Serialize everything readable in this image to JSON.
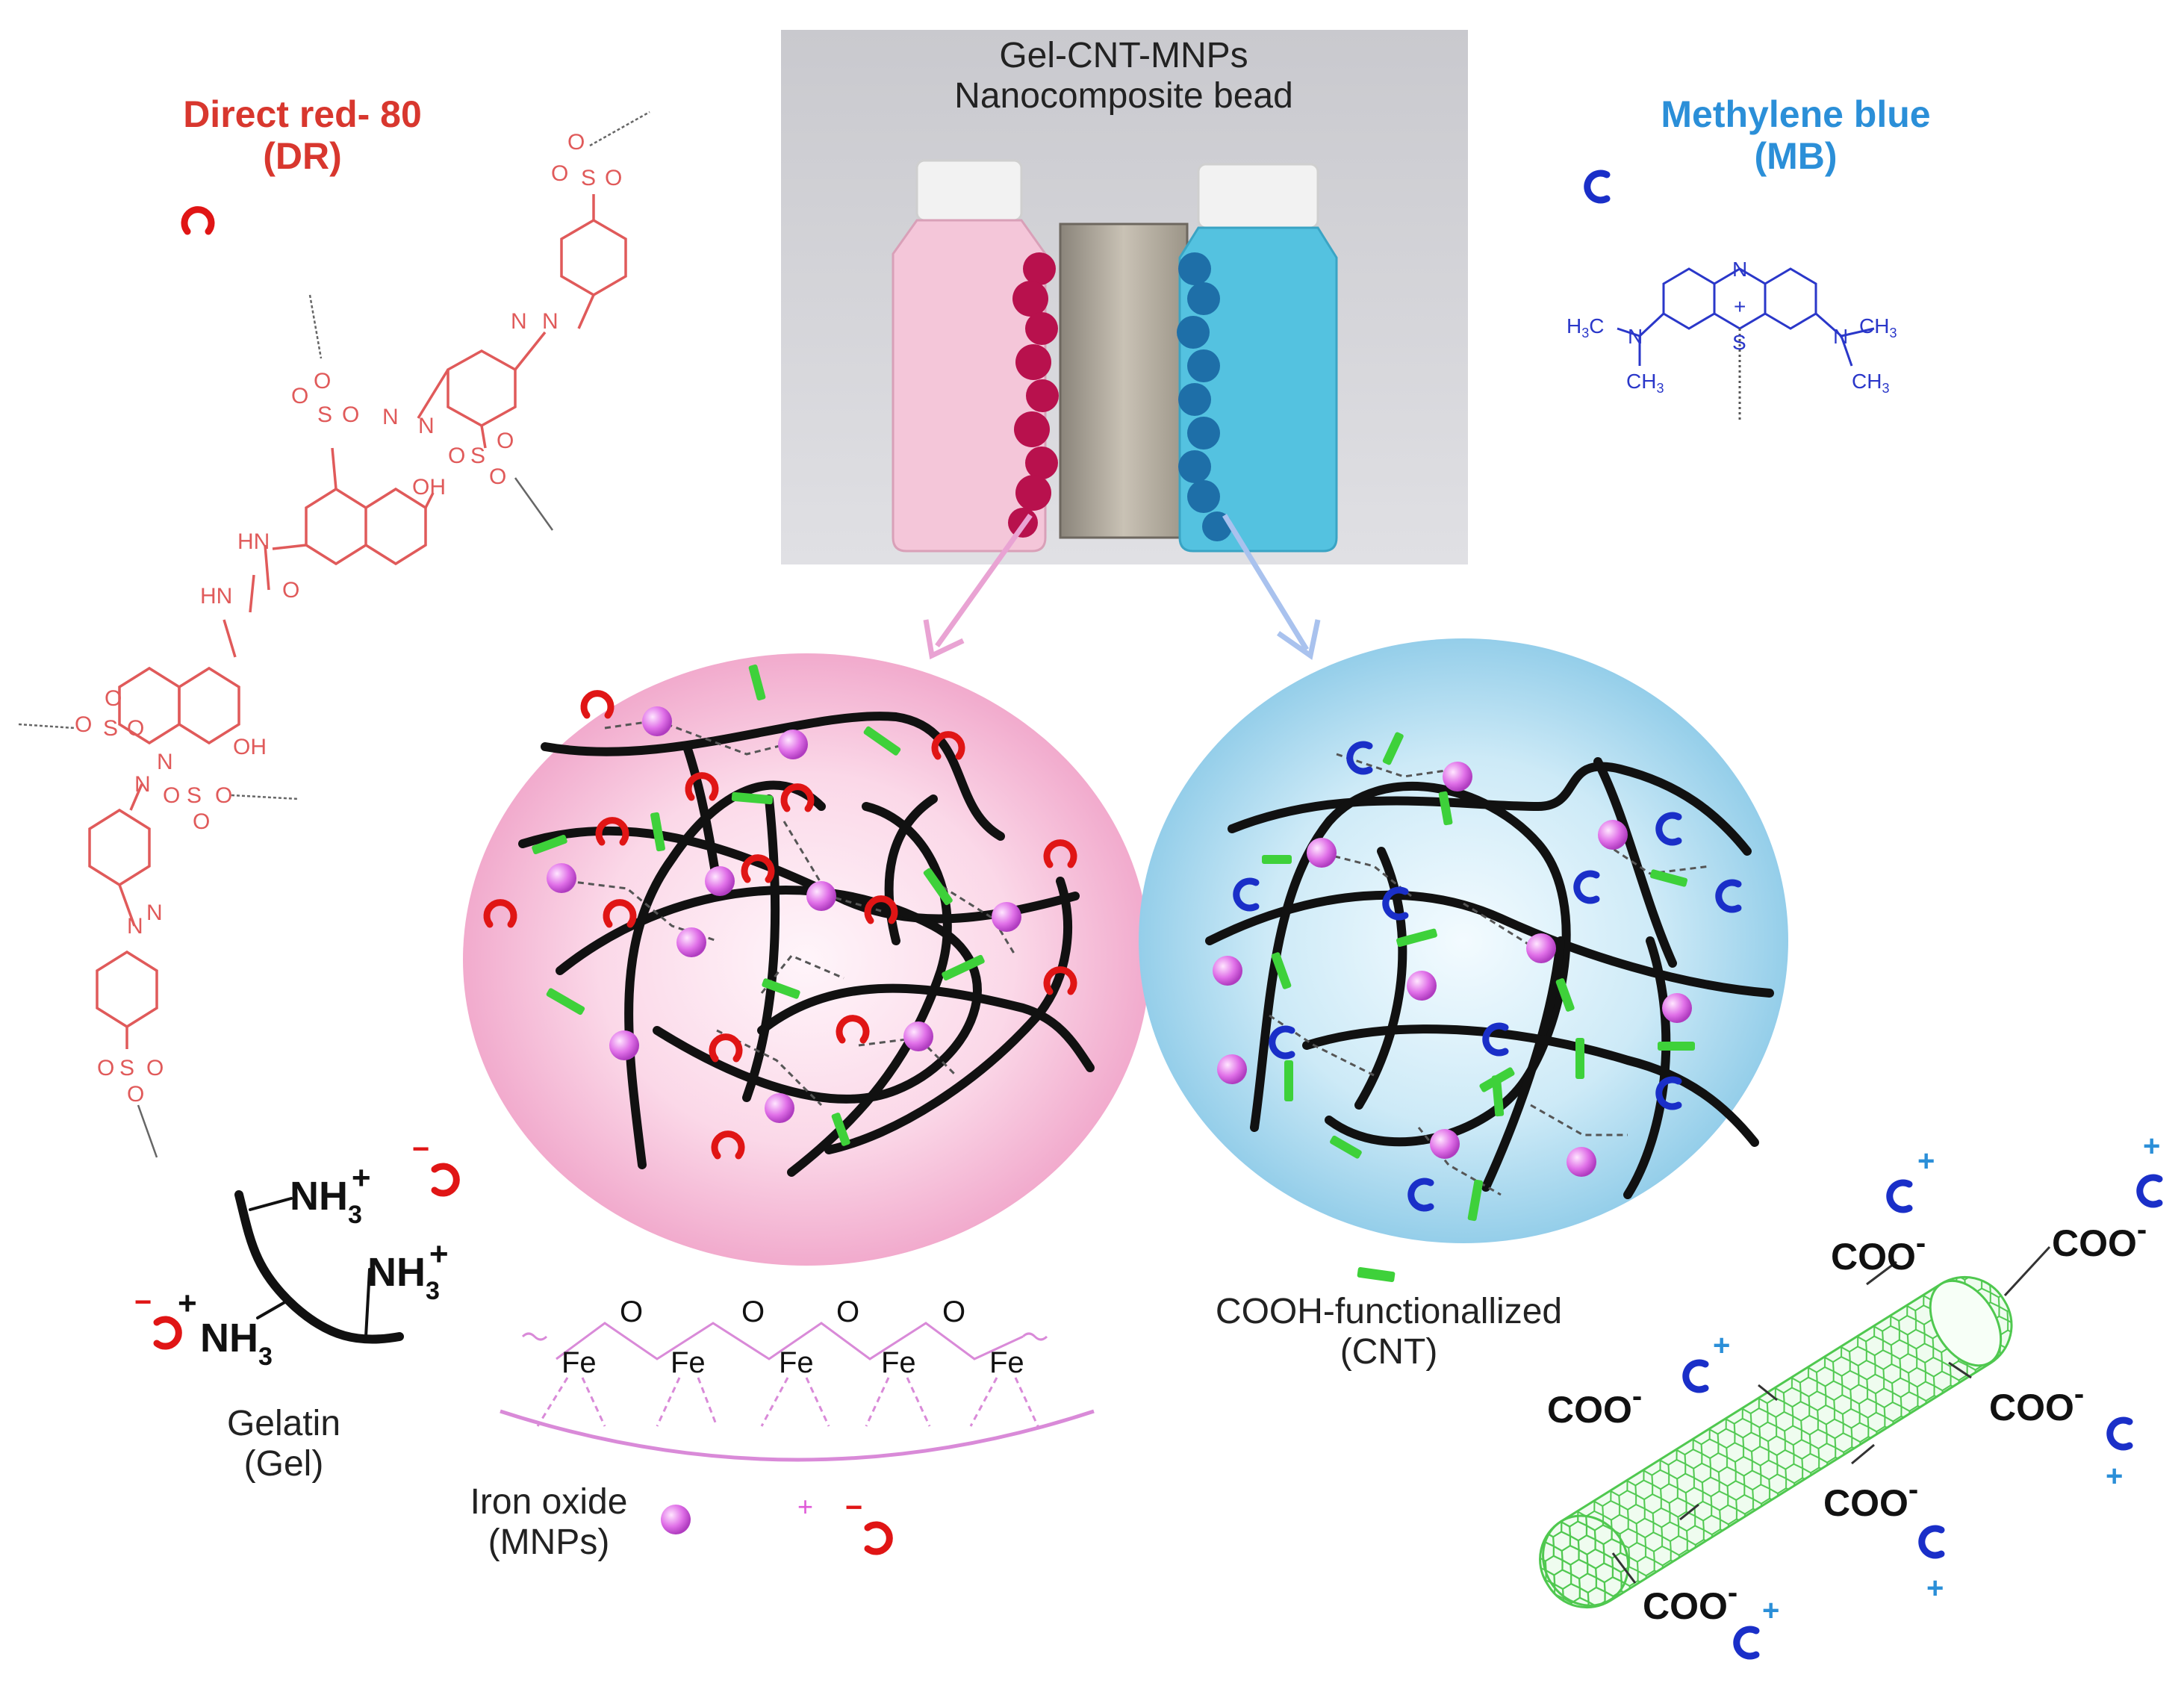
{
  "photo": {
    "title_line1": "Gel-CNT-MNPs",
    "title_line2": "Nanocomposite bead"
  },
  "dr": {
    "name_line1": "Direct red- 80",
    "name_line2": "(DR)",
    "color": "#d8372e",
    "atoms": {
      "s": "S",
      "o": "O",
      "oh": "OH",
      "hn": "HN",
      "n": "N",
      "minus": "−"
    }
  },
  "mb": {
    "name_line1": "Methylene blue",
    "name_line2": "(MB)",
    "color": "#2b8fd8",
    "atoms": {
      "n": "N",
      "s": "S",
      "plus": "+",
      "ch3": "CH",
      "h3c": "H",
      "sub3": "3",
      "c": "C"
    }
  },
  "gelatin": {
    "label_line1": "Gelatin",
    "label_line2": "(Gel)",
    "nh": "NH",
    "sub3": "3",
    "plus": "+"
  },
  "iron_oxide": {
    "label_line1": "Iron oxide",
    "label_line2": "(MNPs)",
    "fe": "Fe",
    "o": "O",
    "plus": "+"
  },
  "cnt": {
    "label_line1": "COOH-functionallized",
    "label_line2": "(CNT)",
    "coo": "COO",
    "minus": "-",
    "plus": "+"
  },
  "colors": {
    "pink_bead": "#f6b9d6",
    "blue_bead": "#9fd3ec",
    "mnp": "#e070e8",
    "cnt_bar": "#3ed13a",
    "dr_red": "#e01515",
    "mb_blue": "#1a2fc8",
    "cnt_green": "#5dcf5d"
  },
  "icons": [
    "dr-dye-icon",
    "mb-dye-icon",
    "mnp-sphere-icon",
    "cnt-fragment-icon"
  ]
}
